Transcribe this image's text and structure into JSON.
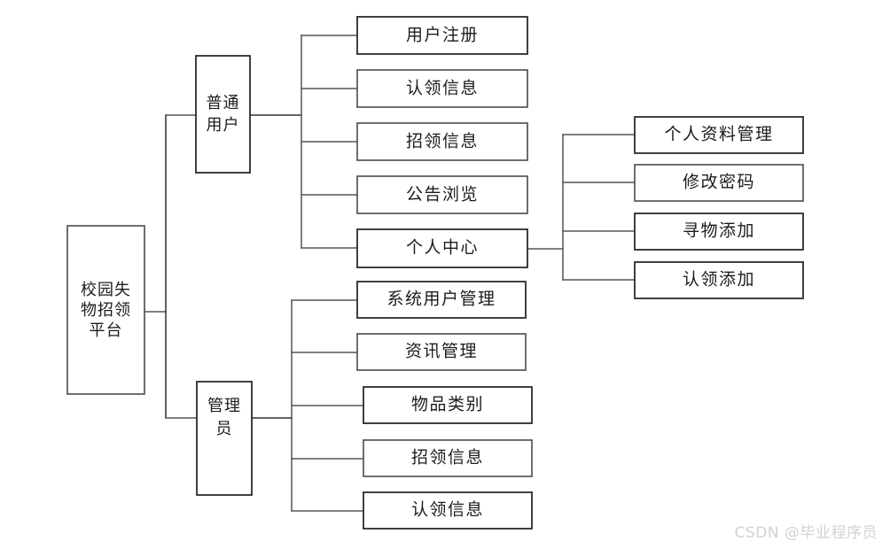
{
  "diagram": {
    "type": "tree-hierarchy-diagram",
    "title_node": "校园失物招领平台",
    "watermark": "CSDN @毕业程序员",
    "colors": {
      "box_stroke": "#4a4a4a",
      "box_stroke_dark": "#2b2b2b",
      "connector": "#555555",
      "text": "#1c1c1c",
      "background": "#ffffff",
      "watermark": "#d2d2d2"
    },
    "root": {
      "label": "校园失物招领平台",
      "lines": [
        "校园失",
        "物招领",
        "平台"
      ]
    },
    "branches": [
      {
        "key": "normal-user",
        "label": "普通用户",
        "lines": [
          "普通",
          "用户"
        ],
        "children": [
          {
            "label": "用户注册"
          },
          {
            "label": "认领信息"
          },
          {
            "label": "招领信息"
          },
          {
            "label": "公告浏览"
          },
          {
            "label": "个人中心"
          }
        ]
      },
      {
        "key": "administrator",
        "label": "管理员",
        "lines": [
          "管理",
          "员"
        ],
        "children": [
          {
            "label": "系统用户管理"
          },
          {
            "label": "资讯管理"
          },
          {
            "label": "物品类别"
          },
          {
            "label": "招领信息"
          },
          {
            "label": "认领信息"
          }
        ]
      }
    ],
    "personal_center_children": [
      {
        "label": "个人资料管理"
      },
      {
        "label": "修改密码"
      },
      {
        "label": "寻物添加"
      },
      {
        "label": "认领添加"
      }
    ]
  }
}
